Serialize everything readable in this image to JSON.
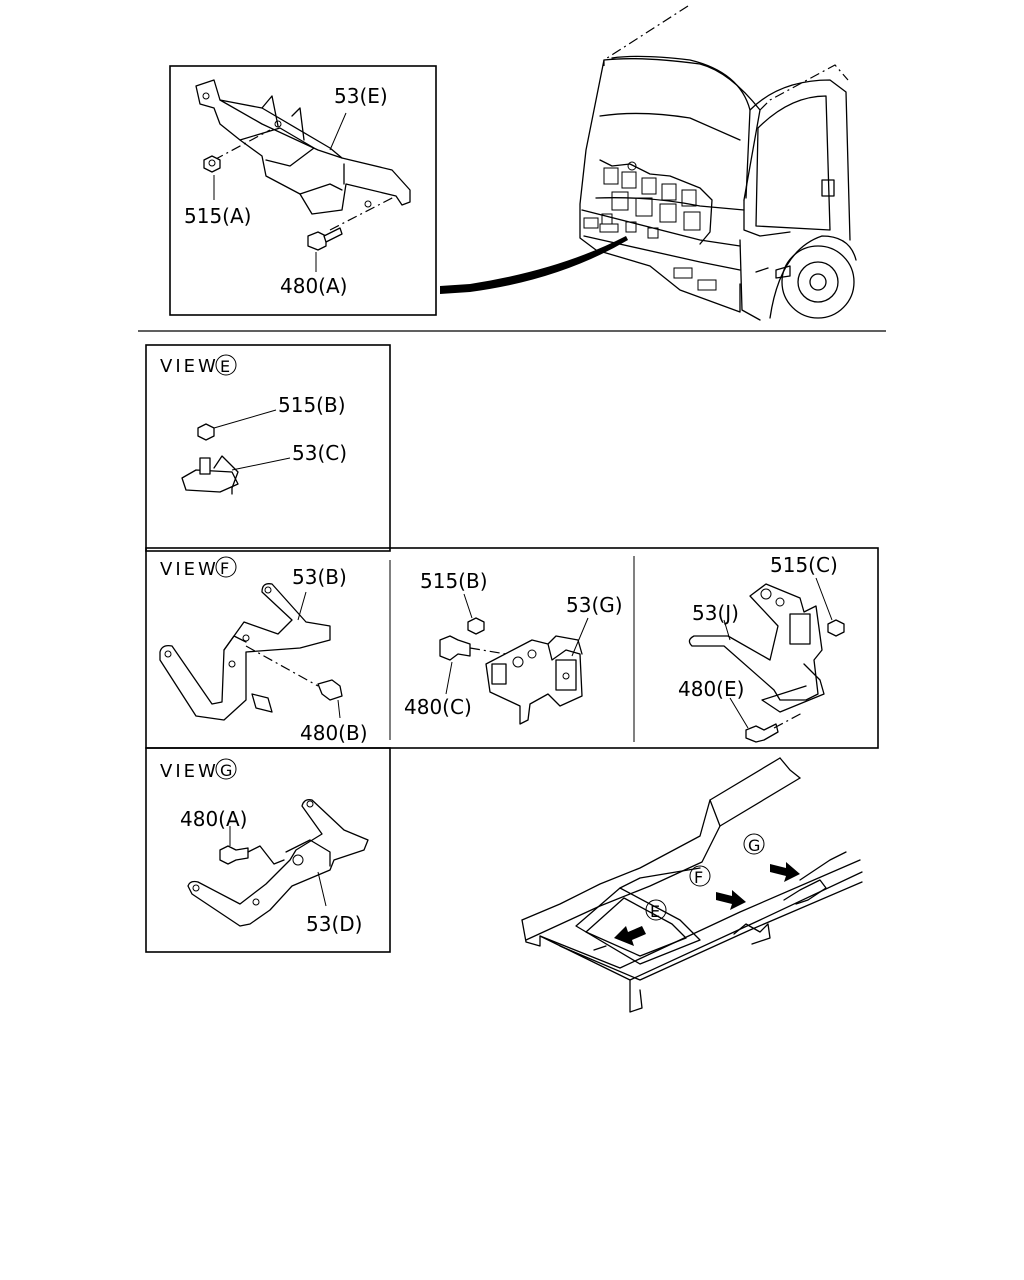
{
  "panels": {
    "front": {
      "labels": {
        "bracket": "53(E)",
        "nut": "515(A)",
        "bolt": "480(A)"
      }
    },
    "view_e": {
      "title_word": "VIEW",
      "title_letter": "E",
      "labels": {
        "nut": "515(B)",
        "bracket": "53(C)"
      }
    },
    "view_f": {
      "title_word": "VIEW",
      "title_letter": "F",
      "left_labels": {
        "bracket": "53(B)",
        "bolt": "480(B)"
      },
      "mid_labels": {
        "nut": "515(B)",
        "bracket": "53(G)",
        "bolt": "480(C)"
      },
      "right_labels": {
        "nut": "515(C)",
        "bracket": "53(J)",
        "bolt": "480(E)"
      }
    },
    "view_g": {
      "title_word": "VIEW",
      "title_letter": "G",
      "labels": {
        "bolt": "480(A)",
        "bracket": "53(D)"
      }
    },
    "frame_markers": [
      "E",
      "F",
      "G"
    ]
  }
}
